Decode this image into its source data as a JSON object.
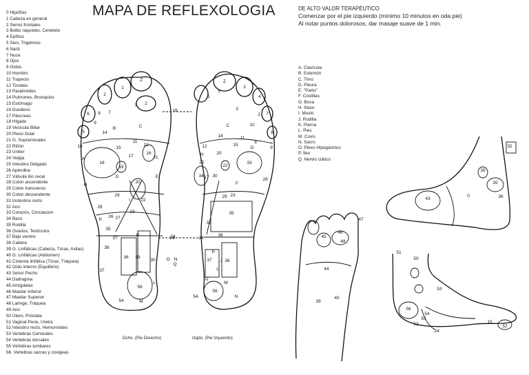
{
  "title": "MAPA DE REFLEXOLOGIA",
  "numbered_zones": [
    "0 Hipófisis",
    "1 Cabeza en general",
    "2 Senos frontales",
    "3 Bulbo raquídeo, Cerebelo",
    "4 Epífisis",
    "5 Sien, Trigémino",
    "6 Nariz",
    "7 Nuca",
    "8 Ojos",
    "9 Oídos",
    "10 Hombro",
    "11 Trapecio",
    "12 Tiroides",
    "13 Paratiroides",
    "14 Pulmones, Bronquios",
    "15 Estómago",
    "16 Duodeno",
    "17 Páncreas",
    "18 Hígado",
    "19 Vesícula Biliar",
    "20 Plexo Solar",
    "21 G. Suprarrenales",
    "22 Riñón",
    "23 Uréter",
    "24 Vejiga",
    "25 Intestino Delgado",
    "26 Apéndice",
    "27 Válvula ilio cecal",
    "28 Colon ascendente",
    "29 Colon transverso",
    "30 Colon descendente",
    "31 Instestino recto",
    "32 Ano",
    "33 Corazón, Circulacion",
    "34 Bazo",
    "35 Rodilla",
    "36 Ovarios, Testículos",
    "37 Bajo vientre",
    "38 Cadera",
    "39 G. Linfáticas (Cabeza, Tórax, Axilas)",
    "40 G. Linfáticas (Abdomen)",
    "41 Cisterna linfática (Tórax, Tráquea)",
    "42 Oído interno (Equilibrio)",
    "43 Seno/ Pecho",
    "44 Diafragma",
    "45 Amígdalas",
    "46 Maxilar Inferior",
    "47 Maxilar Superior",
    "48 Laringe, Tráquea",
    "49 Ano",
    "50 Útero, Próstata",
    "51 Vaginal Pene, Uretra",
    "52 Intestino recto, Hemorroides",
    "53 Vertebras Cervicales",
    "54 Vertebras dorsales",
    "55 Vértebras lumbares",
    "56. Vertebras sacras y coxigeas"
  ],
  "note": {
    "heading": "DE ALTO VALOR TERAPÉUTICO",
    "line1": "Comenzar por el pie izquierdo (mínimo 10 minutos  en oda pie)",
    "line2": "Al notar puntos dolorosos, dar masaje suave de 1 min."
  },
  "lettered_zones": [
    "A. Clavícula",
    "B. Esternón",
    "C. Timo",
    "D. Pleura",
    "E. \"Parto\"",
    "F. Costillas",
    "G. Boca",
    "H. Ilíaco",
    "I. Muslo",
    "J. Rodilla",
    "K. Pierna",
    "L. Pies",
    "M. Coxis",
    "N. Sacro",
    "O. Plexo Hipogástrico",
    "P. Íleo",
    "Q. Nervio ciático"
  ],
  "captions": {
    "right_foot": "Dcho. (Pie Derecho)",
    "left_foot": "Izqdo. (Pie Izquierdo)"
  },
  "diagram_labels": {
    "right_sole": [
      "2",
      "1",
      "Z",
      "3",
      "2",
      "7",
      "6",
      "5",
      "8",
      "9",
      "10",
      "B",
      "C",
      "11",
      "14",
      "12",
      "15",
      "16",
      "A",
      "18",
      "19",
      "17",
      "D",
      "20",
      "21",
      "22",
      "E",
      "23",
      "29",
      "28",
      "H",
      "26",
      "27",
      "P",
      "24",
      "36",
      "38",
      "33",
      "37",
      "35",
      "37",
      "I",
      "K",
      "30",
      "O",
      "N",
      "M",
      "L",
      "56",
      "54",
      "Q"
    ],
    "left_sole": [
      "Z",
      "2",
      "4",
      "1",
      "5",
      "2",
      "3",
      "7",
      "6",
      "8",
      "9",
      "10",
      "11",
      "C",
      "12",
      "15",
      "14",
      "21",
      "G",
      "33",
      "22",
      "20",
      "17",
      "F",
      "34",
      "30",
      "23",
      "29",
      "35",
      "32",
      "28",
      "38",
      "24",
      "37",
      "K",
      "36",
      "L",
      "M",
      "N",
      "Q",
      "54",
      "56",
      "H",
      "J"
    ],
    "foot_views": [
      "32",
      "39",
      "35",
      "43",
      "0",
      "36",
      "47",
      "45",
      "46",
      "48",
      "44",
      "39",
      "40",
      "51",
      "50",
      "53",
      "54",
      "55",
      "52",
      "24",
      "15",
      "52",
      "56"
    ],
    "callouts": [
      "18",
      "24"
    ]
  }
}
